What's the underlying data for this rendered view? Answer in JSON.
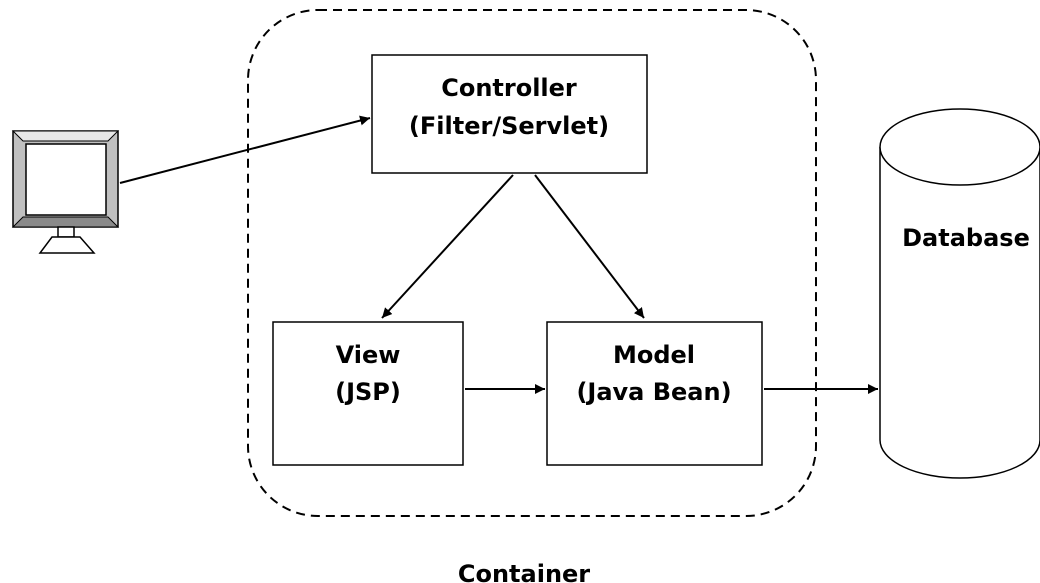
{
  "container": {
    "label": "Container"
  },
  "controller": {
    "line1": "Controller",
    "line2": "(Filter/Servlet)"
  },
  "view": {
    "line1": "View",
    "line2": "(JSP)"
  },
  "model": {
    "line1": "Model",
    "line2": "(Java Bean)"
  },
  "database": {
    "label": "Database"
  },
  "client": {
    "icon": "monitor-icon"
  },
  "colors": {
    "stroke": "#000000",
    "background": "#ffffff",
    "monitor_frame": "#c0c0c0"
  }
}
